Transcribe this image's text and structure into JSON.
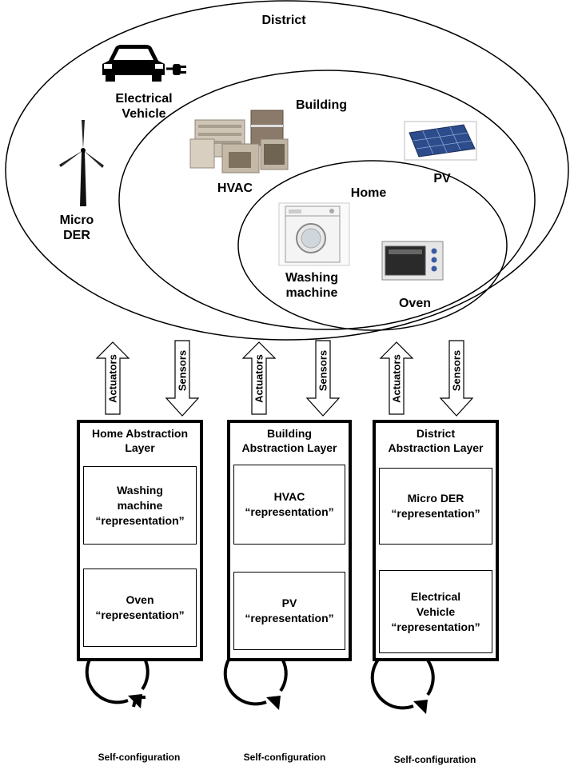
{
  "district": {
    "label": "District",
    "micro_der": "Micro\nDER",
    "ev": "Electrical\nVehicle"
  },
  "building": {
    "label": "Building",
    "hvac": "HVAC",
    "pv": "PV"
  },
  "home": {
    "label": "Home",
    "washing": "Washing\nmachine",
    "oven": "Oven"
  },
  "arrows": {
    "actuators": "Actuators",
    "sensors": "Sensors"
  },
  "layers": [
    {
      "title": "Home Abstraction\nLayer",
      "rep1": "Washing\nmachine\n“representation”",
      "rep2": "Oven\n“representation”"
    },
    {
      "title": "Building\nAbstraction Layer",
      "rep1": "HVAC\n“representation”",
      "rep2": "PV\n“representation”"
    },
    {
      "title": "District\nAbstraction Layer",
      "rep1": "Micro DER\n“representation”",
      "rep2": "Electrical\nVehicle\n“representation”"
    }
  ],
  "self_config": "Self-configuration"
}
